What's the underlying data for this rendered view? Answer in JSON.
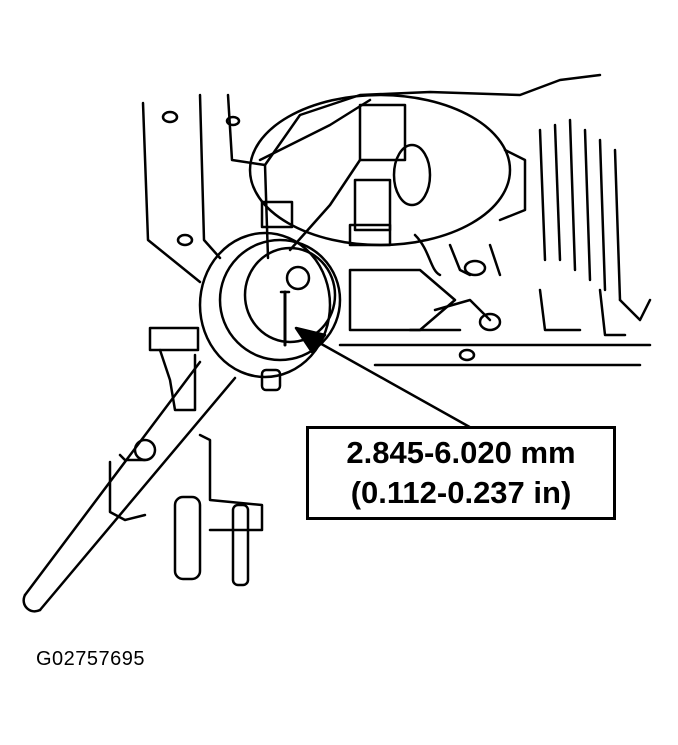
{
  "figure": {
    "type": "technical-illustration",
    "subject": "dial indicator measuring clearance on engine/transmission block",
    "callout": {
      "line1": "2.845-6.020 mm",
      "line2": "(0.112-0.237 in)"
    },
    "figure_id": "G02757695"
  },
  "colors": {
    "line": "#000000",
    "background": "#ffffff"
  }
}
